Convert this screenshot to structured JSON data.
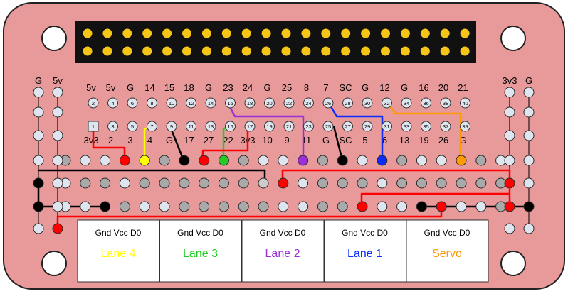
{
  "colors": {
    "board": "#e8999a",
    "header_bg": "#111111",
    "header_pin": "#f5c518",
    "hole_fill": "#dfe5ee",
    "hole_stroke": "#2a2a2a",
    "gnd_pad": "#a9a9a9",
    "module_bg": "#ffffff",
    "lane4": "#ffff00",
    "lane3": "#22cc22",
    "lane2": "#9b30d9",
    "lane1": "#0a2cff",
    "servo": "#ff9900",
    "red": "#ff0000",
    "black": "#000000"
  },
  "header_labels_top": [
    "5v",
    "5v",
    "G",
    "14",
    "15",
    "18",
    "G",
    "23",
    "24",
    "G",
    "25",
    "8",
    "7",
    "SC",
    "G",
    "12",
    "G",
    "16",
    "20",
    "21"
  ],
  "header_labels_bottom": [
    "3v3",
    "2",
    "3",
    "4",
    "G",
    "17",
    "27",
    "22",
    "3v3",
    "10",
    "9",
    "11",
    "G",
    "SC",
    "5",
    "6",
    "13",
    "19",
    "26",
    "G"
  ],
  "pin_numbers_even": [
    "2",
    "4",
    "6",
    "8",
    "10",
    "12",
    "14",
    "16",
    "18",
    "20",
    "22",
    "24",
    "26",
    "28",
    "30",
    "32",
    "34",
    "36",
    "38",
    "40"
  ],
  "pin_numbers_odd": [
    "1",
    "3",
    "5",
    "7",
    "9",
    "11",
    "13",
    "15",
    "17",
    "19",
    "21",
    "23",
    "25",
    "27",
    "29",
    "31",
    "33",
    "35",
    "37",
    "39"
  ],
  "left_rail_labels": [
    "G",
    "5v"
  ],
  "right_rail_labels": [
    "3v3",
    "G"
  ],
  "modules": [
    {
      "pins": "Gnd  Vcc  D0",
      "label": "Lane 4",
      "color_key": "lane4"
    },
    {
      "pins": "Gnd  Vcc  D0",
      "label": "Lane 3",
      "color_key": "lane3"
    },
    {
      "pins": "Gnd  Vcc  D0",
      "label": "Lane 2",
      "color_key": "lane2"
    },
    {
      "pins": "Gnd  Vcc  D0",
      "label": "Lane 1",
      "color_key": "lane1"
    },
    {
      "pins": "Gnd  Vcc  D0",
      "label": "Servo",
      "color_key": "servo"
    }
  ]
}
